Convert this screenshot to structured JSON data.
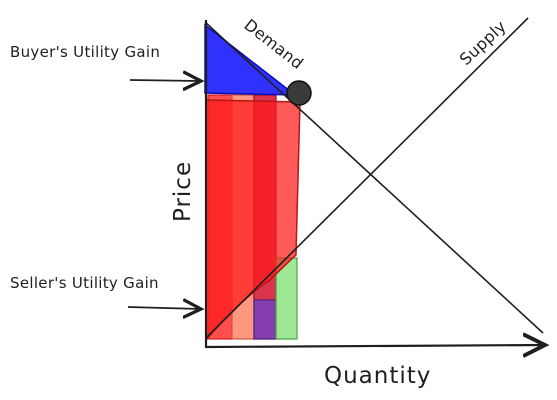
{
  "labels": {
    "buyer_gain": "Buyer's Utility Gain",
    "seller_gain": "Seller's Utility Gain",
    "price_axis": "Price",
    "quantity_axis": "Quantity",
    "demand_curve": "Demand",
    "supply_curve": "Supply"
  },
  "colors": {
    "buyer_gain_fill": "#1e1eff",
    "seller_gain_fill": "#ff1a1a",
    "bar_red": "#ff2f2f",
    "bar_salmon": "#ff8c73",
    "bar_crimson": "#d81e3a",
    "bar_purple": "#7b3fb8",
    "bar_green": "#99e68f",
    "stroke": "#1f1f1f",
    "marker": "#3a3a3a"
  }
}
